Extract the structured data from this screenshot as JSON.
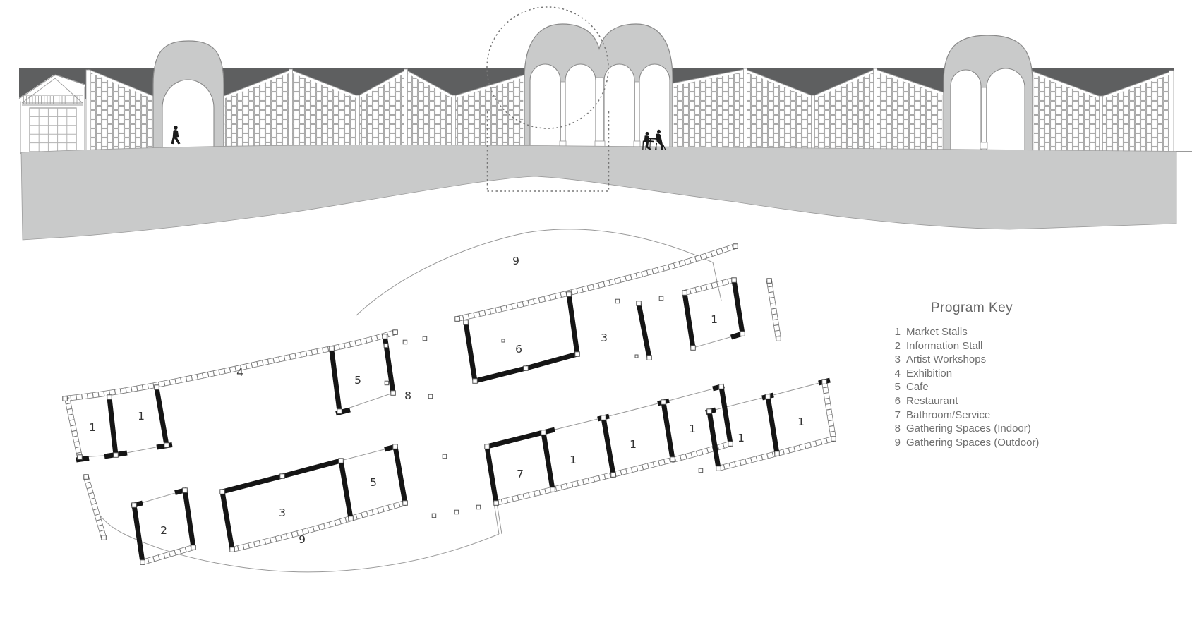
{
  "legend": {
    "title": "Program Key",
    "items": [
      {
        "num": "1",
        "label": "Market Stalls"
      },
      {
        "num": "2",
        "label": "Information Stall"
      },
      {
        "num": "3",
        "label": "Artist Workshops"
      },
      {
        "num": "4",
        "label": "Exhibition"
      },
      {
        "num": "5",
        "label": "Cafe"
      },
      {
        "num": "6",
        "label": "Restaurant"
      },
      {
        "num": "7",
        "label": "Bathroom/Service"
      },
      {
        "num": "8",
        "label": "Gathering Spaces (Indoor)"
      },
      {
        "num": "9",
        "label": "Gathering Spaces (Outdoor)"
      }
    ]
  },
  "plan": {
    "room_labels": [
      {
        "t": "1",
        "area": "market-stall"
      },
      {
        "t": "1",
        "area": "market-stall"
      },
      {
        "t": "4",
        "area": "exhibition"
      },
      {
        "t": "5",
        "area": "cafe"
      },
      {
        "t": "6",
        "area": "restaurant"
      },
      {
        "t": "3",
        "area": "artist-workshops"
      },
      {
        "t": "1",
        "area": "market-stall"
      },
      {
        "t": "9",
        "area": "gathering-outdoor"
      },
      {
        "t": "8",
        "area": "gathering-indoor"
      },
      {
        "t": "7",
        "area": "bathroom-service"
      },
      {
        "t": "1",
        "area": "market-stall"
      },
      {
        "t": "1",
        "area": "market-stall"
      },
      {
        "t": "1",
        "area": "market-stall"
      },
      {
        "t": "1",
        "area": "market-stall"
      },
      {
        "t": "1",
        "area": "market-stall"
      },
      {
        "t": "2",
        "area": "information-stall"
      },
      {
        "t": "3",
        "area": "artist-workshops"
      },
      {
        "t": "5",
        "area": "cafe"
      },
      {
        "t": "9",
        "area": "gathering-outdoor"
      }
    ]
  },
  "colors": {
    "roof_band": "#5e5f60",
    "ground_gray": "#c9caca",
    "outline_gray": "#8a8a8a",
    "legend_text": "#6f6f6f",
    "plan_wall_black": "#151515"
  }
}
